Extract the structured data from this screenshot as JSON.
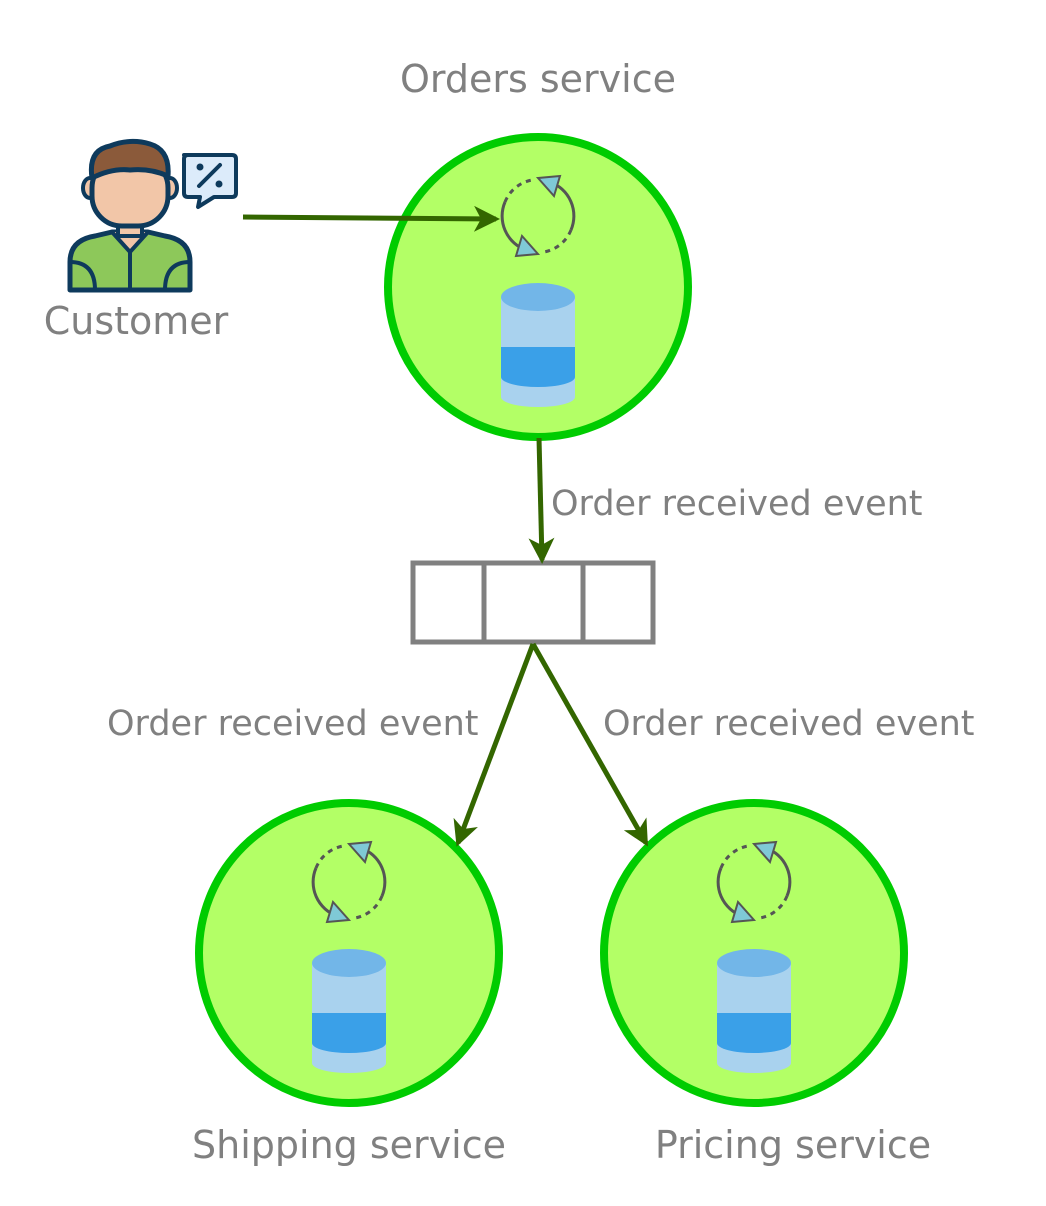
{
  "diagram": {
    "nodes": {
      "customer": {
        "label": "Customer"
      },
      "orders": {
        "label": "Orders service"
      },
      "shipping": {
        "label": "Shipping service"
      },
      "pricing": {
        "label": "Pricing service"
      },
      "queue": {
        "label": ""
      }
    },
    "edges": {
      "orders_to_queue": {
        "label": "Order received event"
      },
      "queue_to_shipping": {
        "label": "Order received event"
      },
      "queue_to_pricing": {
        "label": "Order received event"
      }
    },
    "icons": {
      "customer": "customer-discount-icon",
      "sync": "sync-icon",
      "database": "database-icon"
    },
    "colors": {
      "service_fill": "#B3FF66",
      "service_stroke": "#00CC00",
      "arrow": "#336600",
      "queue_stroke": "#808080",
      "label": "#808080",
      "db_light": "#A9D2EE",
      "db_mid": "#3AA0E8",
      "db_top": "#72B6E8"
    }
  }
}
